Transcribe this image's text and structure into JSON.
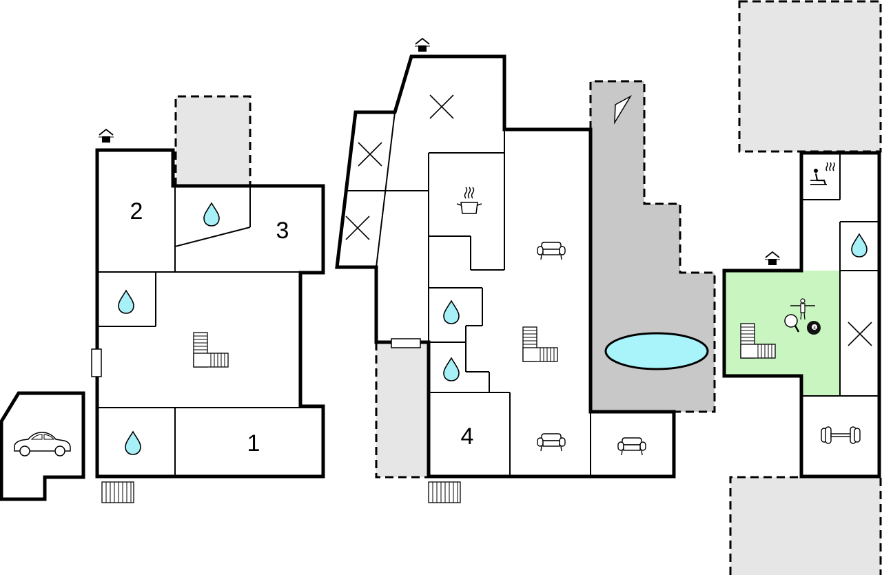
{
  "colors": {
    "wall": "#000000",
    "outdoor_area": "#e6e6e6",
    "terrace": "#c8c8c8",
    "pool_water": "#a8f4fa",
    "activity_room": "#c8f5c0",
    "water_drop": "#a8f0f8"
  },
  "rooms": {
    "room_1": "1",
    "room_2": "2",
    "room_3": "3",
    "room_4": "4"
  },
  "icons": [
    "entrance-icon",
    "bathroom-drop-icon",
    "kitchen-pot-icon",
    "sofa-icon",
    "staircase-icon",
    "car-garage-icon",
    "pool-icon",
    "sauna-icon",
    "table-tennis-icon",
    "billiard-ball-icon",
    "table-football-icon",
    "dumbbell-icon",
    "window-icon",
    "external-steps-icon",
    "sun-lounger-icon",
    "no-access-cross-icon"
  ]
}
